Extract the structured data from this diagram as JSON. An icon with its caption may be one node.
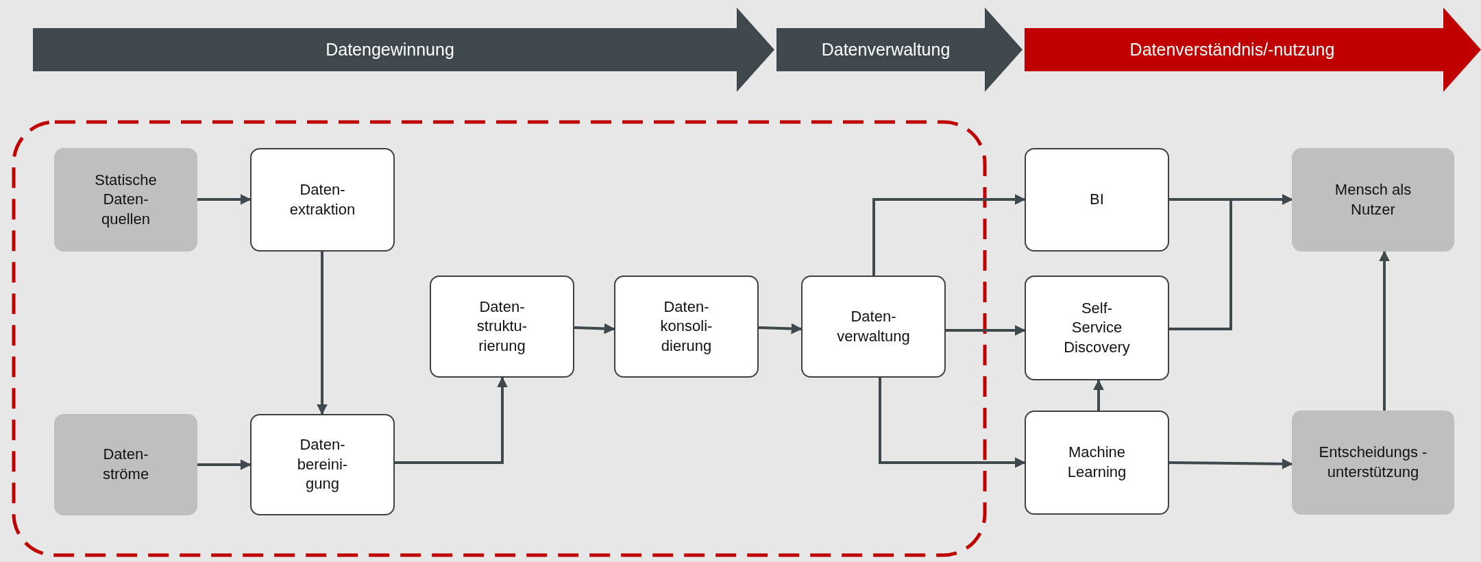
{
  "diagram": {
    "nodes": [
      {
        "text": [
          "Datengewinnung"
        ]
      },
      {
        "text": [
          "Datenverwaltung"
        ]
      },
      {
        "text": [
          "Datenverständnis/-nutzung"
        ]
      },
      {
        "text": [],
        "shape": "box"
      },
      {
        "text": [
          "Statische Daten- quellen"
        ],
        "in": 3
      },
      {
        "text": [
          "Daten- extraktion"
        ],
        "in": 3
      },
      {
        "text": [
          "Daten- ströme"
        ],
        "in": 3
      },
      {
        "text": [
          "Daten- bereini- gung"
        ],
        "in": 3
      },
      {
        "text": [
          "Daten- struktu- rierung"
        ],
        "in": 3
      },
      {
        "text": [
          "Daten- konsoli- dierung"
        ],
        "in": 3
      },
      {
        "text": [
          "Daten- verwaltung"
        ],
        "in": 3
      },
      {
        "text": [
          "BI"
        ]
      },
      {
        "text": [
          "Self- Service Discovery"
        ]
      },
      {
        "text": [
          "Machine Learning"
        ]
      },
      {
        "text": [
          "Mensch als Nutzer"
        ]
      },
      {
        "text": [
          "Entscheidungs -unterstützung"
        ]
      }
    ],
    "edges": [
      {
        "from": 4,
        "to": 5,
        "arrow": "to"
      },
      {
        "from": 5,
        "to": 7,
        "arrow": "to"
      },
      {
        "from": 6,
        "to": 7,
        "arrow": "to"
      },
      {
        "from": 7,
        "to": 8,
        "arrow": "to"
      },
      {
        "from": 8,
        "to": 9,
        "arrow": "to"
      },
      {
        "from": 9,
        "to": 10,
        "arrow": "to"
      },
      {
        "from": 10,
        "to": 11,
        "arrow": "to"
      },
      {
        "from": 10,
        "to": 12,
        "arrow": "to"
      },
      {
        "from": 10,
        "to": 13,
        "arrow": "to"
      },
      {
        "from": 11,
        "to": 14,
        "arrow": "to"
      },
      {
        "from": 12,
        "to": 14,
        "arrow": "to"
      },
      {
        "from": 13,
        "to": 12,
        "arrow": "to"
      },
      {
        "from": 13,
        "to": 15,
        "arrow": "to"
      },
      {
        "from": 15,
        "to": 14,
        "arrow": "to"
      }
    ]
  }
}
